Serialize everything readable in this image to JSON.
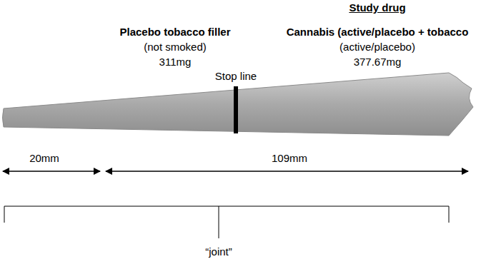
{
  "diagram": {
    "labels": [
      "Study drug",
      "Placebo tobacco filler",
      "Cannabis (active/placebo + tobacco",
      "(not smoked)",
      "(active/placebo)",
      "311mg",
      "377.67mg",
      "Stop line",
      "20mm",
      "109mm",
      "“joint”"
    ]
  }
}
